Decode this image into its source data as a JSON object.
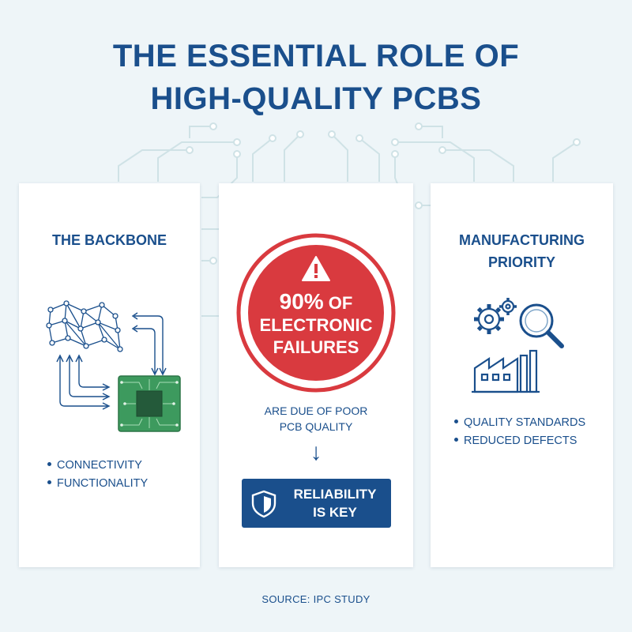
{
  "title": {
    "line1": "THE ESSENTIAL ROLE OF",
    "line2": "HIGH-QUALITY PCBS"
  },
  "cards": {
    "backbone": {
      "title": "THE BACKBONE",
      "icon": "circuit-board-icon",
      "bullets": [
        "CONNECTIVITY",
        "FUNCTIONALITY"
      ]
    },
    "failures": {
      "icon": "warning-icon",
      "stat_value": "90%",
      "stat_suffix": " OF",
      "stat_line2": "ELECTRONIC",
      "stat_line3": "FAILURES",
      "sub_line1": "ARE DUE OF POOR",
      "sub_line2": "PCB QUALITY",
      "arrow": "↓",
      "banner_icon": "shield-icon",
      "banner_line1": "RELIABILITY",
      "banner_line2": "IS KEY"
    },
    "manufacturing": {
      "title_line1": "MANUFACTURING",
      "title_line2": "PRIORITY",
      "icons": [
        "gear-icon",
        "magnifier-icon",
        "factory-icon"
      ],
      "bullets": [
        "QUALITY STANDARDS",
        "REDUCED DEFECTS"
      ]
    }
  },
  "source": "SOURCE: IPC STUDY",
  "colors": {
    "primary": "#1a4f8c",
    "alert": "#d93a3f",
    "pcb_green": "#3d9a5e",
    "background": "#eef5f8"
  }
}
